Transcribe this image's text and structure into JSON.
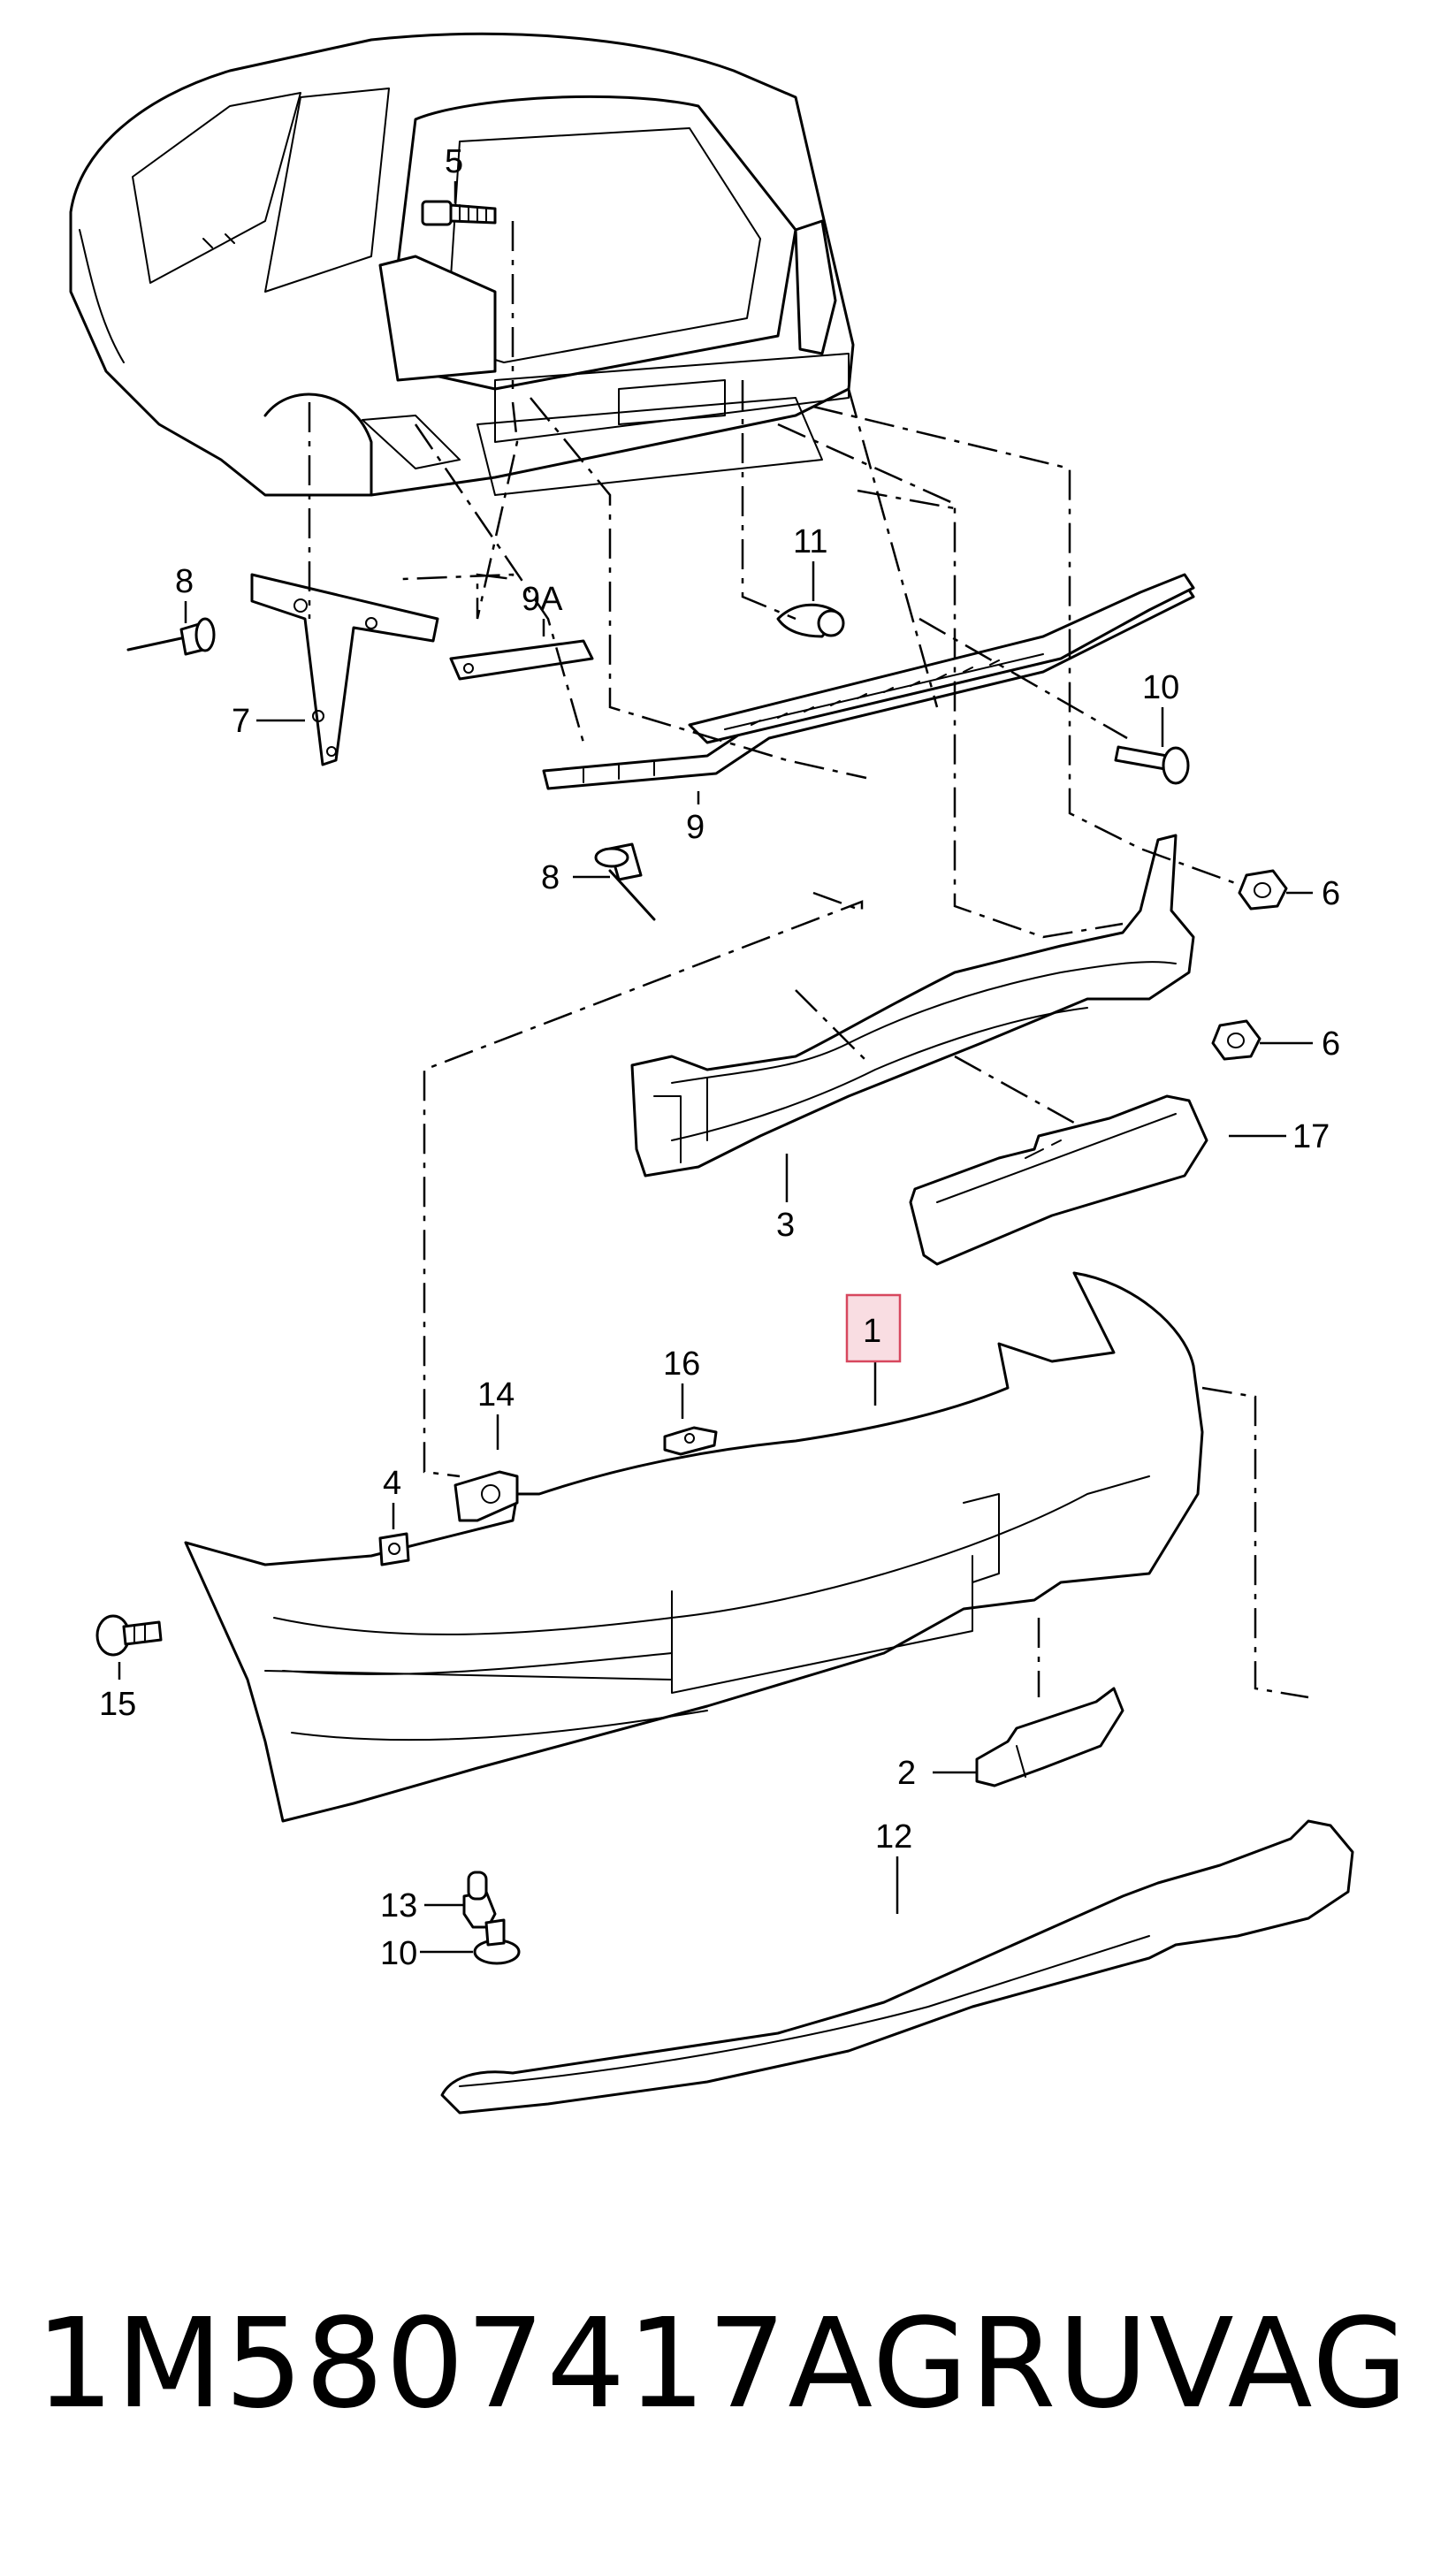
{
  "callouts": {
    "c1": "1",
    "c2": "2",
    "c3": "3",
    "c4": "4",
    "c5": "5",
    "c6a": "6",
    "c6b": "6",
    "c7": "7",
    "c8a": "8",
    "c8b": "8",
    "c9": "9",
    "c9a": "9A",
    "c10a": "10",
    "c10b": "10",
    "c11": "11",
    "c12": "12",
    "c13": "13",
    "c14": "14",
    "c15": "15",
    "c16": "16",
    "c17": "17"
  },
  "highlighted_callout": "1",
  "highlight_color": "#d7475e",
  "footer": {
    "part_number": "1M5807417AGRU",
    "brand": "VAG"
  }
}
